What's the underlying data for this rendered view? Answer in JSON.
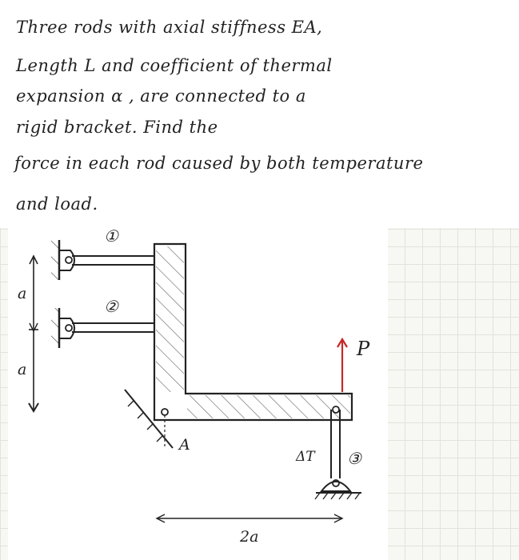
{
  "problem": {
    "lines": [
      "Three rods with axial stiffness EA,",
      "Length L and coefficient of thermal",
      "expansion α , are connected to a",
      "rigid bracket. Find the",
      "force in each rod caused by both temperature",
      "and load."
    ]
  },
  "diagram": {
    "rod_labels": [
      "①",
      "②",
      "③"
    ],
    "dimension_a_top": "a",
    "dimension_a_bottom": "a",
    "point_A": "A",
    "load": "P",
    "delta_t": "ΔT",
    "length_2a": "2a",
    "colors": {
      "load_arrow": "#c62828",
      "ink": "#222222"
    }
  }
}
